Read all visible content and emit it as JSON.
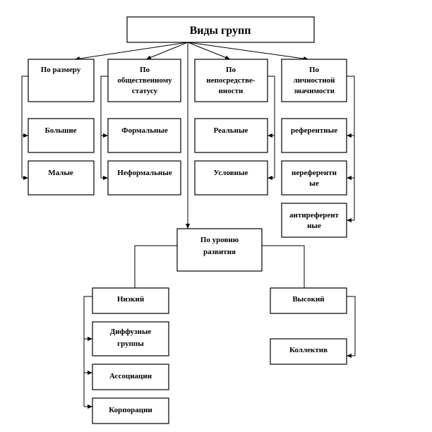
{
  "title": "Виды групп",
  "categories": {
    "size": {
      "label": [
        "По размеру"
      ],
      "items": [
        "Большие",
        "Малые"
      ]
    },
    "status": {
      "label": [
        "По",
        "общественному",
        "статусу"
      ],
      "items": [
        "Формальные",
        "Неформальные"
      ]
    },
    "immediacy": {
      "label": [
        "По",
        "непосредстве-",
        "нности"
      ],
      "items": [
        "Реальные",
        "Условные"
      ]
    },
    "personal": {
      "label": [
        "По",
        "личностной",
        "значимости"
      ],
      "items": [
        [
          "референтные"
        ],
        [
          "нереферентн",
          "ые"
        ],
        [
          "антиреферент",
          "ные"
        ]
      ]
    }
  },
  "development": {
    "label": [
      "По уровню",
      "развития"
    ],
    "low": {
      "label": "Низкий",
      "items": [
        [
          "Диффузные",
          "группы"
        ],
        [
          "Ассоциации"
        ],
        [
          "Корпорации"
        ]
      ]
    },
    "high": {
      "label": "Высокий",
      "items": [
        [
          "Коллектив"
        ]
      ]
    }
  }
}
